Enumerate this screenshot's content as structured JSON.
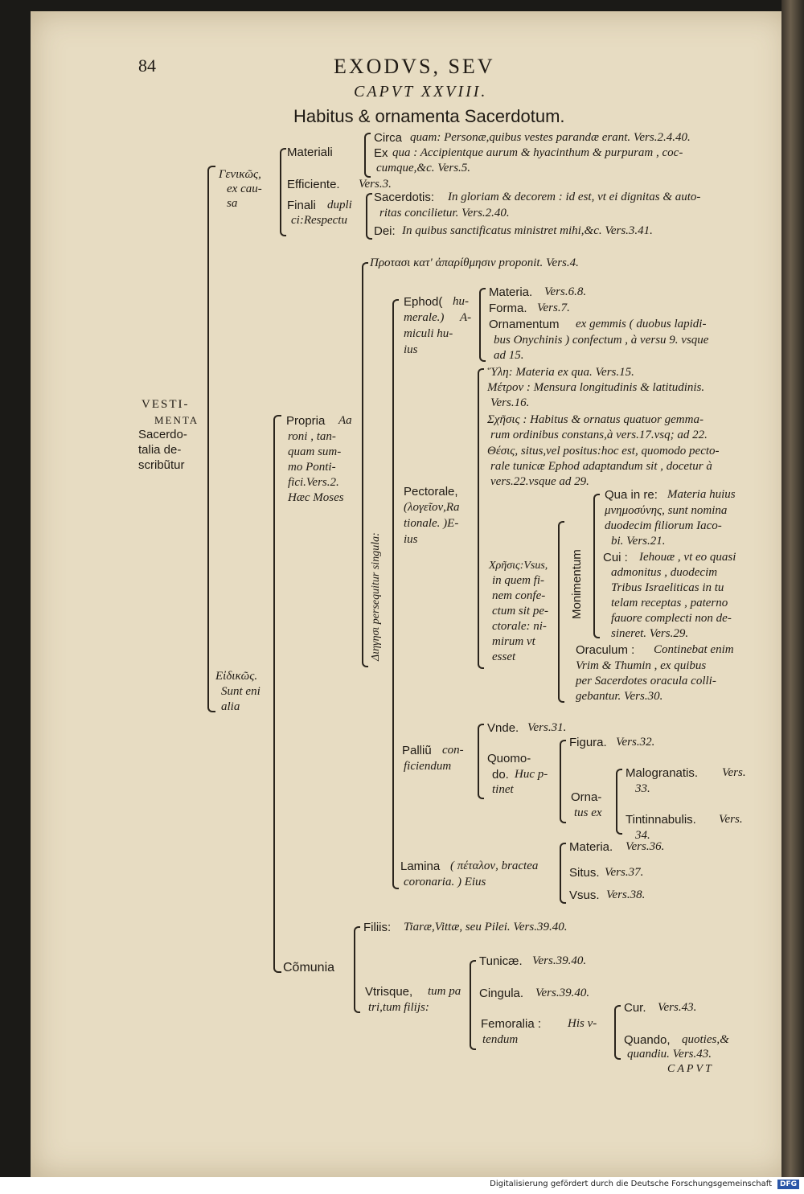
{
  "page": {
    "number": "84",
    "running_title": "EXODVS, SEV",
    "chapter": "CAPVT XXVIII.",
    "subtitle": "Habitus & ornamenta Sacerdotum.",
    "catchword": "CAPVT"
  },
  "root": {
    "l1": "VESTI-",
    "l2": "MENTA",
    "l3": "Sacerdo-",
    "l4": "talia de-",
    "l5": "scribũtur"
  },
  "genikos": {
    "l1": "Γενικῶς,",
    "l2": "ex cau-",
    "l3": "sa",
    "materiali": "Materiali",
    "circa_a": "Circa",
    "circa_b": "quam: Personæ,quibus vestes parandæ erant. Vers.2.4.40.",
    "exqua_a": "Ex",
    "exqua_b": "qua : Accipientque aurum & hyacinthum & purpuram , coc-",
    "exqua_c": "cumque,&c. Vers.5.",
    "efficiente_a": "Efficiente.",
    "efficiente_b": "Vers.3.",
    "finali_a": "Finali",
    "finali_b": "dupli",
    "finali_c": "ci:Respectu",
    "sacerdotis_a": "Sacerdotis:",
    "sacerdotis_b": "In gloriam & decorem : id est, vt ei dignitas & auto-",
    "sacerdotis_c": "ritas concilietur. Vers.2.40.",
    "dei_a": "Dei:",
    "dei_b": "In quibus sanctificatus ministret mihi,&c. Vers.3.41."
  },
  "eidikos": {
    "l1": "Εἰδικῶς.",
    "l2": "Sunt eni",
    "l3": "alia"
  },
  "propria": {
    "l1": "Propria",
    "l1b": "Aa",
    "l2": "roni , tan-",
    "l3": "quam sum-",
    "l4": "mo Ponti-",
    "l5": "fici.Vers.2.",
    "l6": "Hæc Moses",
    "protasis": "Προτασι κατ' ἀπαρίθμησιν proponit. Vers.4.",
    "diegesis": "Διηγησι persequitur singula:"
  },
  "ephod": {
    "l1": "Ephod(",
    "l1b": "hu-",
    "l2": "merale.)",
    "l2b": "A-",
    "l3": "miculi hu-",
    "l4": "ius",
    "materia": "Materia.",
    "materia_v": "Vers.6.8.",
    "forma": "Forma.",
    "forma_v": "Vers.7.",
    "ornamentum_a": "Ornamentum",
    "ornamentum_b": "ex gemmis ( duobus lapidi-",
    "ornamentum_c": "bus Onychinis ) confectum , à versu 9. vsque",
    "ornamentum_d": "ad 15."
  },
  "pectorale": {
    "l1": "Pectorale,",
    "l2": "(λογεῖον,Ra",
    "l3": "tionale. )E-",
    "l4": "ius",
    "hyle": "Ὕλη: Materia ex qua. Vers.15.",
    "metron_a": "Μέτρον : Mensura longitudinis & latitudinis.",
    "metron_b": "Vers.16.",
    "schema_a": "Σχῆσις : Habitus & ornatus quatuor gemma-",
    "schema_b": "rum ordinibus constans,à vers.17.vsq; ad 22.",
    "thesis_a": "Θέσις, situs,vel positus:hoc est, quomodo pecto-",
    "thesis_b": "rale tunicæ Ephod adaptandum sit , docetur à",
    "thesis_c": "vers.22.vsque ad 29.",
    "chresis_l1": "Χρῆσις:Vsus,",
    "chresis_l2": "in quem fi-",
    "chresis_l3": "nem confe-",
    "chresis_l4": "ctum sit pe-",
    "chresis_l5": "ctorale: ni-",
    "chresis_l6": "mirum vt",
    "chresis_l7": "esset",
    "monimentum": "Monimentum",
    "qua_a": "Qua in re:",
    "qua_b": "Materia huius",
    "qua_c": "μνημοσύνης, sunt nomina",
    "qua_d": "duodecim filiorum Iaco-",
    "qua_e": "bi. Vers.21.",
    "cui_a": "Cui :",
    "cui_b": "Iehouæ , vt eo quasi",
    "cui_c": "admonitus , duodecim",
    "cui_d": "Tribus Israeliticas in tu",
    "cui_e": "telam receptas , paterno",
    "cui_f": "fauore complecti non de-",
    "cui_g": "sineret. Vers.29.",
    "oraculum_a": "Oraculum :",
    "oraculum_b": "Continebat enim",
    "oraculum_c": "Vrim & Thumin , ex quibus",
    "oraculum_d": "per Sacerdotes oracula colli-",
    "oraculum_e": "gebantur. Vers.30."
  },
  "pallium": {
    "l1": "Palliũ",
    "l1b": "con-",
    "l2": "ficiendum",
    "vnde": "Vnde.",
    "vnde_v": "Vers.31.",
    "quomodo_a": "Quomo-",
    "quomodo_b": "do.",
    "quomodo_c": "Huc p-",
    "quomodo_d": "tinet",
    "figura": "Figura.",
    "figura_v": "Vers.32.",
    "ornatus_a": "Orna-",
    "ornatus_b": "tus ex",
    "malogranatis_a": "Malogranatis.",
    "malogranatis_b": "Vers.",
    "malogranatis_c": "33.",
    "tintinnabulis_a": "Tintinnabulis.",
    "tintinnabulis_b": "Vers.",
    "tintinnabulis_c": "34."
  },
  "lamina": {
    "l1": "Lamina",
    "l1b": "( πέταλον, bractea",
    "l2": "coronaria. ) Eius",
    "materia": "Materia.",
    "materia_v": "Vers.36.",
    "situs": "Situs.",
    "situs_v": "Vers.37.",
    "vsus": "Vsus.",
    "vsus_v": "Vers.38."
  },
  "communia": {
    "label": "Cõmunia",
    "filiis_a": "Filiis:",
    "filiis_b": "Tiaræ,Vittæ, seu Pilei. Vers.39.40.",
    "vtrisque_a": "Vtrisque,",
    "vtrisque_b": "tum pa",
    "vtrisque_c": "tri,tum filijs:",
    "tunicae": "Tunicæ.",
    "tunicae_v": "Vers.39.40.",
    "cingula": "Cingula.",
    "cingula_v": "Vers.39.40.",
    "femoralia_a": "Femoralia :",
    "femoralia_b": "His v-",
    "femoralia_c": "tendum",
    "cur": "Cur.",
    "cur_v": "Vers.43.",
    "quando_a": "Quando,",
    "quando_b": "quoties,&",
    "quando_c": "quandiu. Vers.43."
  },
  "footer": {
    "text": "Digitalisierung gefördert durch die Deutsche Forschungsgemeinschaft",
    "logo": "DFG"
  }
}
